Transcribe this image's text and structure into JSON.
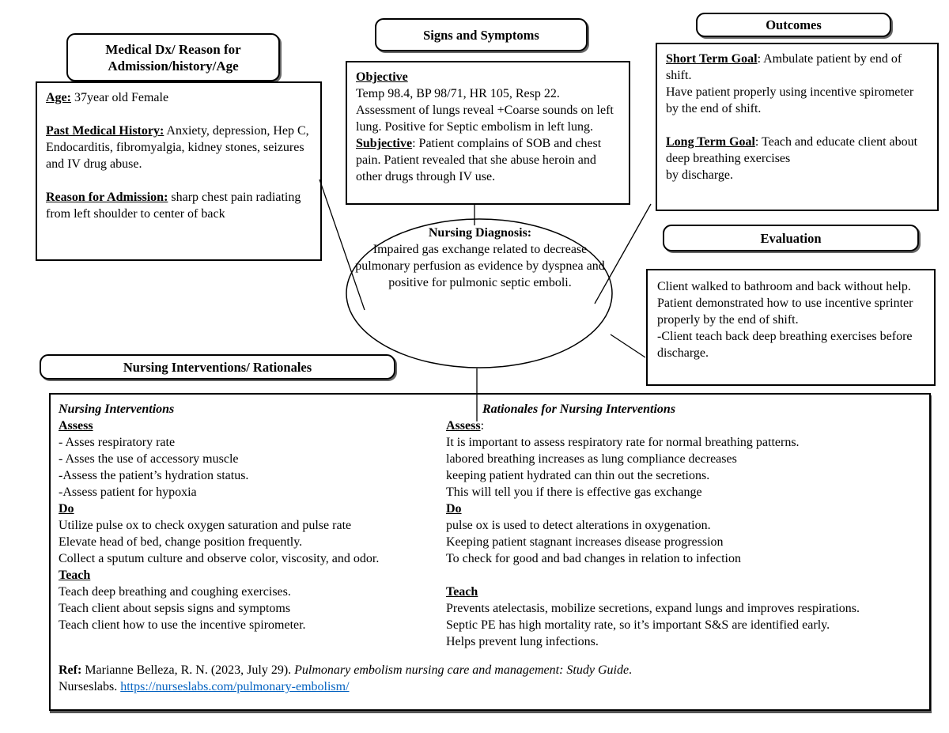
{
  "colors": {
    "link": "#0563C1",
    "border": "#000000",
    "background": "#ffffff"
  },
  "medical_dx": {
    "title_line1": "Medical Dx/ Reason for",
    "title_line2": "Admission/history/Age",
    "age_label": "Age:",
    "age_text": " 37year old Female",
    "pmh_label": "Past Medical History:",
    "pmh_text": " Anxiety, depression, Hep C, Endocarditis, fibromyalgia, kidney stones, seizures and IV drug abuse.",
    "admission_label": "Reason for Admission:",
    "admission_text": " sharp chest pain radiating from left shoulder to center of back"
  },
  "signs_symptoms": {
    "title": "Signs and Symptoms",
    "objective_label": "Objective",
    "objective_text": "Temp 98.4, BP 98/71, HR 105, Resp 22. Assessment of lungs reveal +Coarse sounds on left lung. Positive for Septic embolism in left lung.",
    "subjective_label": "Subjective",
    "subjective_text": ": Patient complains of SOB and chest pain. Patient revealed that she abuse heroin and other drugs through IV use."
  },
  "outcomes": {
    "title": "Outcomes",
    "short_label": "Short Term Goal",
    "short_text": ": Ambulate patient by end of shift.",
    "short_text2": "Have patient properly using incentive spirometer by the end of shift.",
    "long_label": "Long Term Goal",
    "long_text": ": Teach and educate client about deep breathing exercises",
    "long_text2": "by discharge."
  },
  "evaluation": {
    "title": "Evaluation",
    "lines": [
      "Client walked to bathroom and back without help.",
      "Patient demonstrated how to use incentive sprinter properly by the end of shift.",
      "-Client teach back deep breathing exercises before discharge."
    ]
  },
  "diagnosis": {
    "label": "Nursing Diagnosis:",
    "text": "Impaired gas exchange related to decrease pulmonary perfusion as evidence by dyspnea and positive for pulmonic septic emboli."
  },
  "interventions": {
    "title": "Nursing Interventions/ Rationales",
    "left": {
      "heading": "Nursing Interventions",
      "assess_label": "Assess",
      "assess_lines": [
        "- Asses respiratory rate",
        "- Asses the use of accessory muscle",
        "-Assess the patient’s hydration status.",
        "-Assess patient for hypoxia"
      ],
      "do_label": "Do",
      "do_lines": [
        "Utilize pulse ox to check oxygen saturation and pulse rate",
        "Elevate head of bed, change position frequently.",
        "Collect a sputum culture and observe color, viscosity, and odor."
      ],
      "teach_label": "Teach",
      "teach_lines": [
        "Teach deep breathing and coughing exercises.",
        "Teach client about sepsis signs and symptoms",
        "Teach client how to use the incentive spirometer."
      ]
    },
    "right": {
      "heading": "Rationales for Nursing Interventions",
      "assess_label": "Assess",
      "assess_colon": ":",
      "assess_lines": [
        "It is important to assess respiratory rate for normal breathing patterns.",
        "labored breathing increases as lung compliance decreases",
        "keeping patient hydrated can thin out the secretions.",
        "This will tell you if there is effective gas exchange"
      ],
      "do_label": "Do",
      "do_lines": [
        "pulse ox is used to detect alterations in oxygenation.",
        "Keeping patient stagnant increases disease progression",
        "To check for good and bad changes in relation to infection"
      ],
      "teach_label": "Teach",
      "teach_lines": [
        "Prevents atelectasis, mobilize secretions, expand lungs and improves respirations.",
        "Septic PE has high mortality rate, so it’s important S&S are identified early.",
        "Helps prevent lung infections."
      ]
    },
    "ref": {
      "label": "Ref:",
      "text": " Marianne Belleza, R. N. (2023, July 29). ",
      "italic": "Pulmonary embolism nursing care and management: Study Guide",
      "after_italic": ".",
      "line2_prefix": "Nurseslabs. ",
      "link": "https://nurseslabs.com/pulmonary-embolism/"
    }
  }
}
